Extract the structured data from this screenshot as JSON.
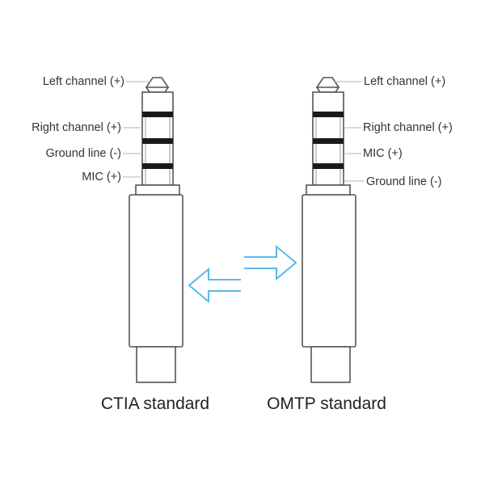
{
  "ctia": {
    "left_channel": "Left channel (+)",
    "right_channel": "Right channel (+)",
    "ground_line": "Ground line (-)",
    "mic": "MIC (+)",
    "caption": "CTIA standard"
  },
  "omtp": {
    "left_channel": "Left channel (+)",
    "right_channel": "Right channel (+)",
    "mic": "MIC (+)",
    "ground_line": "Ground line (-)",
    "caption": "OMTP standard"
  },
  "colors": {
    "outline": "#555555",
    "band": "#1a1a1a",
    "leader": "#b5b5b5",
    "arrow": "#5ab9e6"
  }
}
